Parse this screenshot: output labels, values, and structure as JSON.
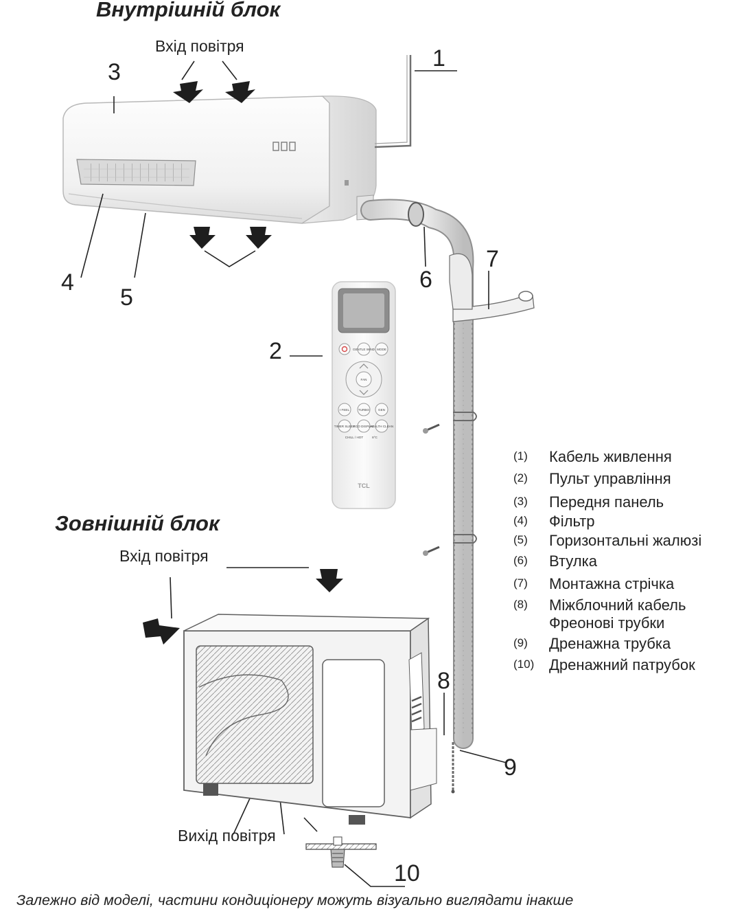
{
  "headings": {
    "indoor": "Внутрішній блок",
    "outdoor": "Зовнішній блок"
  },
  "airflow": {
    "indoor_intake": "Вхід повітря",
    "outdoor_intake": "Вхід повітря",
    "outdoor_outlet": "Вихід повітря"
  },
  "callouts": [
    "1",
    "2",
    "3",
    "4",
    "5",
    "6",
    "7",
    "8",
    "9",
    "10"
  ],
  "legend": [
    {
      "index": "(1)",
      "text": "Кабель живлення"
    },
    {
      "index": "(2)",
      "text": "Пульт управління"
    },
    {
      "index": "(3)",
      "text": "Передня панель"
    },
    {
      "index": "(4)",
      "text": "Фільтр"
    },
    {
      "index": "(5)",
      "text": "Горизонтальні жалюзі"
    },
    {
      "index": "(6)",
      "text": "Втулка"
    },
    {
      "index": "(7)",
      "text": "Монтажна стрічка"
    },
    {
      "index": "(8)",
      "text": "Міжблочний кабель",
      "text2": "Фреонові трубки"
    },
    {
      "index": "(9)",
      "text": "Дренажна трубка"
    },
    {
      "index": "(10)",
      "text": "Дренажний патрубок"
    }
  ],
  "remote": {
    "brand": "TCL",
    "buttons": {
      "gentle_wind": "GENTLE WIND",
      "mode": "MODE",
      "fan": "FAN",
      "ifeel": "I FEEL",
      "turbo": "TURBO",
      "gen": "GEN",
      "timer": "TIMER SLEEP",
      "eco": "ECO DISPLAY",
      "health": "HEALTH CLEAN",
      "chill": "CHILL / HOT",
      "degc": "8°C"
    }
  },
  "footnote": "Залежно від моделі, частини кондиціонеру можуть візуально виглядати інакше",
  "colors": {
    "ink": "#222222",
    "unit_body": "#f4f4f4",
    "unit_shadow": "#d8d8d8",
    "arrow": "#1e1e1e",
    "screen": "#8a8a8a"
  }
}
